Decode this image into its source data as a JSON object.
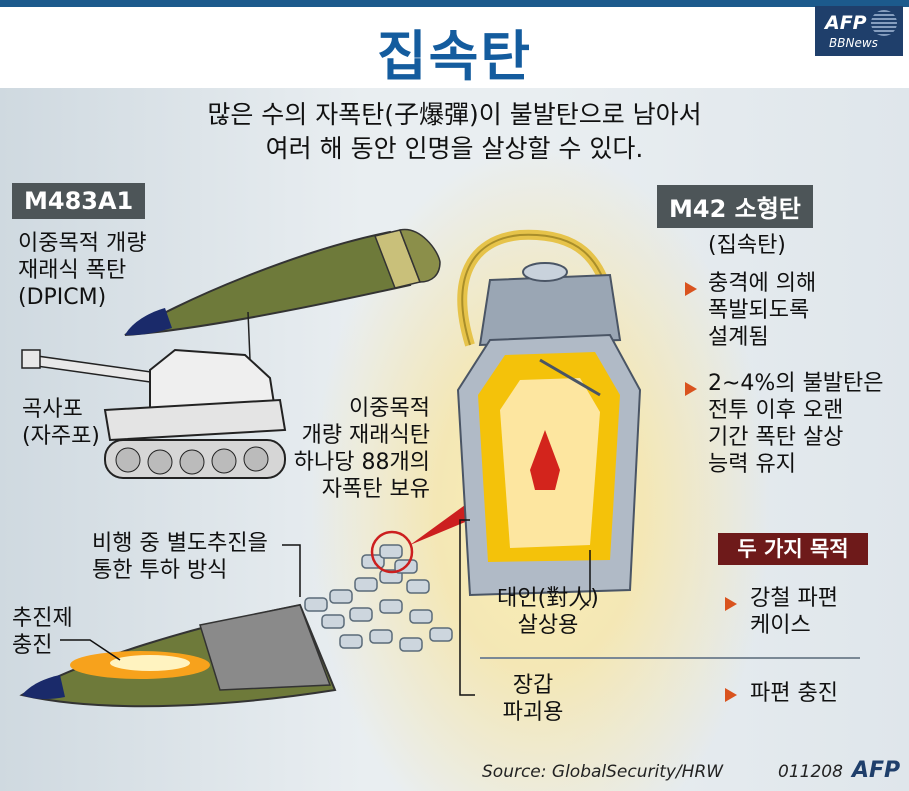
{
  "title": "집속탄",
  "logo": {
    "brand": "AFP",
    "sub": "BBNews"
  },
  "subtitle": {
    "line1": "많은 수의 자폭탄(子爆彈)이 불발탄으로 남아서",
    "line2": "여러 해 동안 인명을 살상할 수 있다."
  },
  "left": {
    "header": "M483A1",
    "dpicm": [
      "이중목적 개량",
      "재래식 폭탄",
      "(DPICM)"
    ],
    "howitzer": [
      "곡사포",
      "(자주포)"
    ],
    "submunitions": [
      "이중목적",
      "개량 재래식탄",
      "하나당 88개의",
      "자폭탄 보유"
    ],
    "delivery": [
      "비행 중 별도추진을",
      "통한 투하 방식"
    ],
    "propellant": [
      "추진제",
      "충진"
    ]
  },
  "right": {
    "header": "M42 소형탄",
    "subheader": "(집속탄)",
    "bullets": [
      [
        "충격에 의해",
        "폭발되도록",
        "설계됨"
      ],
      [
        "2~4%의 불발탄은",
        "전투 이후 오랜",
        "기간 폭탄 살상",
        "능력 유지"
      ]
    ],
    "purpose_title": "두 가지 목적",
    "purposes": [
      [
        "강철 파편",
        "케이스"
      ],
      [
        "파편 충진"
      ]
    ]
  },
  "center": {
    "antipersonnel": [
      "대인(對人)",
      "살상용"
    ],
    "antiarmor": [
      "장갑",
      "파괴용"
    ]
  },
  "footer": {
    "source": "Source: GlobalSecurity/HRW",
    "code": "011208",
    "brand": "AFP"
  },
  "colors": {
    "title_blue": "#145c9e",
    "label_gray": "#4d5558",
    "purpose_red": "#6e1a1a",
    "bullet_orange": "#d9531e",
    "shell_olive": "#6e7a3a"
  },
  "icons": [
    "triangle-bullet-icon",
    "howitzer-icon",
    "artillery-shell-icon",
    "submunition-icon"
  ]
}
